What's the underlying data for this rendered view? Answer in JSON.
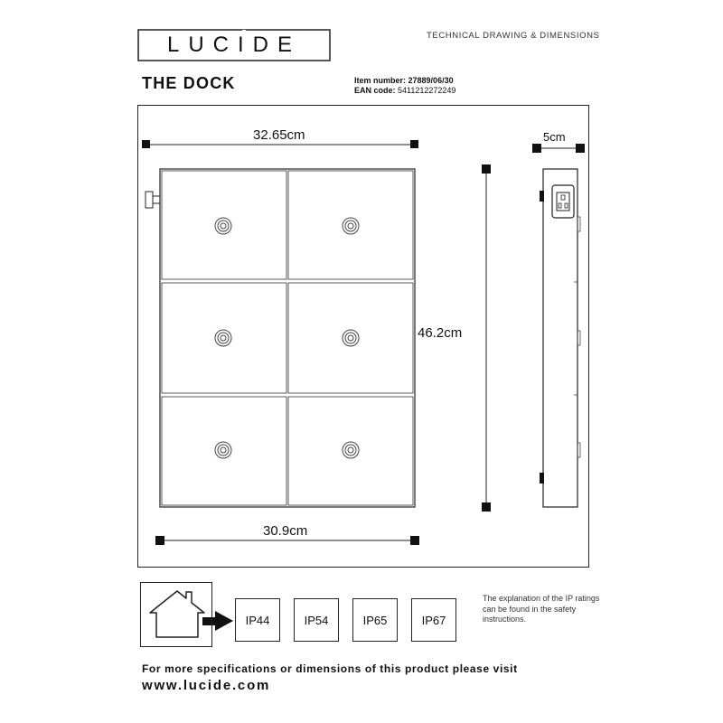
{
  "header": {
    "brand": "LUCIDE",
    "section_title": "TECHNICAL DRAWING & DIMENSIONS"
  },
  "product": {
    "name": "THE DOCK",
    "item_label": "Item number:",
    "item_number": "27889/06/30",
    "ean_label": "EAN code:",
    "ean_code": "5411212272249"
  },
  "dimensions": {
    "top_width": "32.65cm",
    "height": "46.2cm",
    "bottom_width": "30.9cm",
    "depth": "5cm"
  },
  "ip_ratings": [
    "IP44",
    "IP54",
    "IP65",
    "IP67"
  ],
  "ip_note": "The explanation of the IP ratings can be found in the safety instructions.",
  "footer": {
    "line": "For more specifications or dimensions of this product please visit",
    "url": "www.lucide.com"
  },
  "icons": {
    "house": "house-outline-icon",
    "arrow": "arrow-right-icon"
  }
}
